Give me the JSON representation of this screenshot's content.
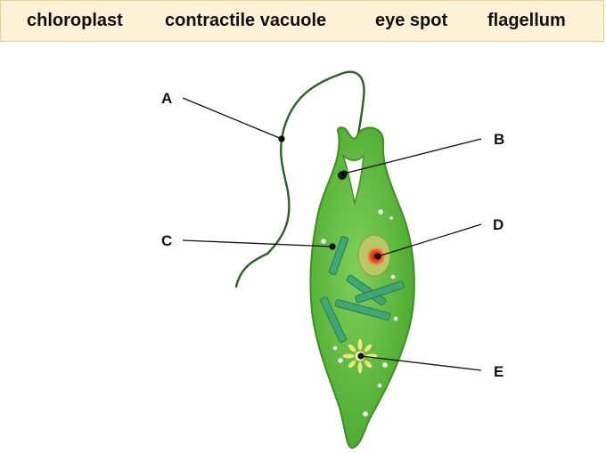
{
  "word_bank": {
    "items": [
      "chloroplast",
      "contractile vacuole",
      "eye spot",
      "flagellum"
    ]
  },
  "diagram": {
    "labels": [
      "A",
      "B",
      "C",
      "D",
      "E"
    ]
  },
  "colors": {
    "cell_fill": "#5dbb3c",
    "cell_outline": "#3f8f24",
    "chloroplast": "#3fa774",
    "eye_spot": "#e0441b",
    "nucleus": "#b7c866",
    "flagellum": "#2e5e2a",
    "word_bank_bg": "#fdf1d6"
  }
}
